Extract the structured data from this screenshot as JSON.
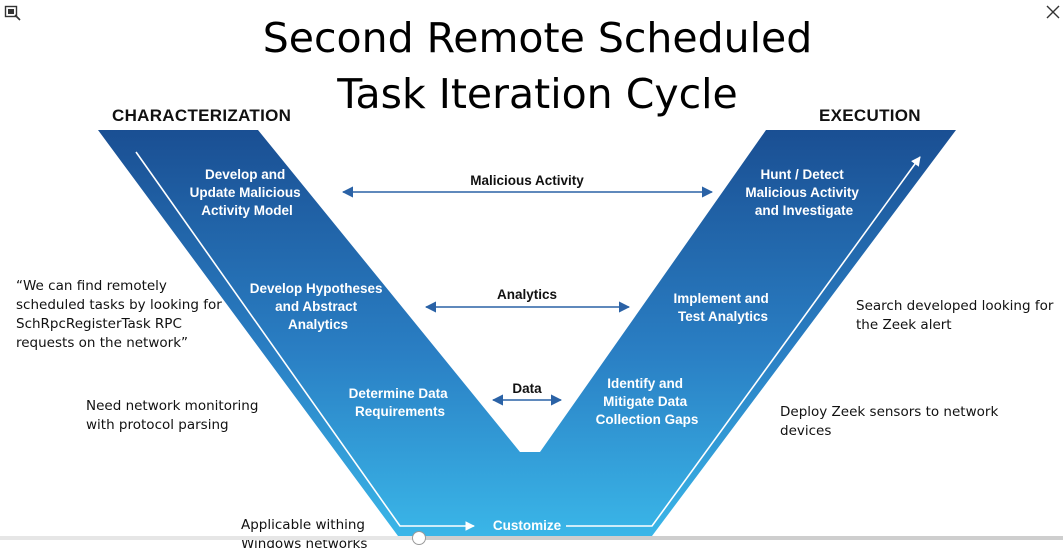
{
  "slide": {
    "title_line1": "Second Remote Scheduled",
    "title_line2": "Task Iteration Cycle"
  },
  "headers": {
    "left": "CHARACTERIZATION",
    "right": "EXECUTION"
  },
  "left_steps": [
    {
      "lines": [
        "Develop and",
        "Update Malicious",
        "Activity Model"
      ]
    },
    {
      "lines": [
        "Develop Hypotheses",
        "and Abstract",
        "Analytics"
      ]
    },
    {
      "lines": [
        "Determine Data",
        "Requirements"
      ]
    }
  ],
  "right_steps": [
    {
      "lines": [
        "Hunt / Detect",
        "Malicious Activity",
        "and Investigate"
      ]
    },
    {
      "lines": [
        "Implement and",
        "Test Analytics"
      ]
    },
    {
      "lines": [
        "Identify and",
        "Mitigate Data",
        "Collection Gaps"
      ]
    }
  ],
  "connectors": {
    "malicious_activity": "Malicious Activity",
    "analytics": "Analytics",
    "data": "Data",
    "customize": "Customize"
  },
  "notes": {
    "left_quote": "“We can find remotely\nscheduled tasks by looking for\nSchRpcRegisterTask RPC\nrequests on the network”",
    "left_monitoring": "Need network monitoring\nwith protocol parsing",
    "bottom": "Applicable withing\nWindows networks",
    "right_search": "Search developed looking for\nthe Zeek alert",
    "right_deploy": "Deploy Zeek sensors to network\ndevices"
  },
  "colors": {
    "v_top": "#1a4f93",
    "v_bottom": "#3ab6e8",
    "text_on_v": "#ffffff",
    "arrow": "#2a62a6"
  },
  "icons": {
    "top_left": "select-region-icon",
    "top_right": "close-icon"
  },
  "video": {
    "progress_fraction": 0.394
  }
}
